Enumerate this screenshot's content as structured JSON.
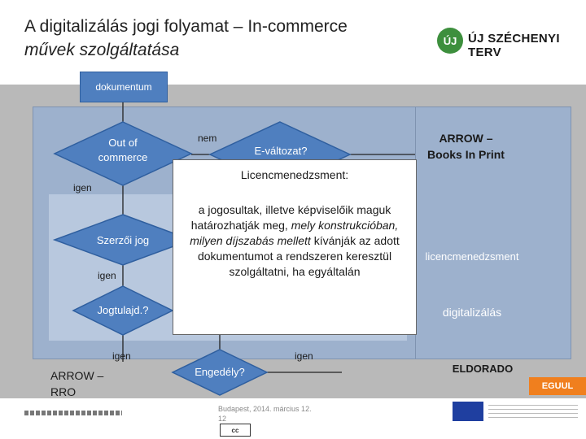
{
  "title": {
    "line1": "A digitalizálás jogi folyamat – In-commerce",
    "line2": "művek szolgáltatása"
  },
  "logo": {
    "text": "ÚJ SZÉCHENYI TERV",
    "mark": "ÚJ"
  },
  "flow": {
    "start": "dokumentum",
    "d1_line1": "Out of",
    "d1_line2": "commerce",
    "d_ev": "E-változat?",
    "d_szerzoi": "Szerzői jog",
    "d_jog": "Jogtulajd.?",
    "d_engedely": "Engedély?",
    "label_nem": "nem",
    "label_igen1": "igen",
    "label_igen2": "igen",
    "label_igen3": "igen",
    "label_igen4": "igen"
  },
  "right": {
    "arrow_bip_line1": "ARROW –",
    "arrow_bip_line2": "Books In Print",
    "licenc": "licencmenedzsment",
    "digit": "digitalizálás",
    "eldorado": "ELDORADO"
  },
  "arrow_rro": {
    "line1": "ARROW –",
    "line2": "RRO"
  },
  "overlay": {
    "title": "Licencmenedzsment:",
    "body1": "a jogosultak, illetve képviselőik maguk határozhatják meg,",
    "body_i1": "mely konstrukcióban, milyen díjszabás mellett",
    "body2": "kívánják az adott dokumentumot a rendszeren keresztül szolgáltatni, ha egyáltalán"
  },
  "footer": {
    "line1": "Budapest, 2014. március 12.",
    "line2": "12"
  },
  "badges": {
    "orange": "EGUUL",
    "cc": "cc"
  },
  "colors": {
    "panel": "#9db1cd",
    "inner": "#b8c8de",
    "node": "#4f7fbf",
    "band": "#b9b9b9",
    "logo_green": "#3d8f3d"
  }
}
